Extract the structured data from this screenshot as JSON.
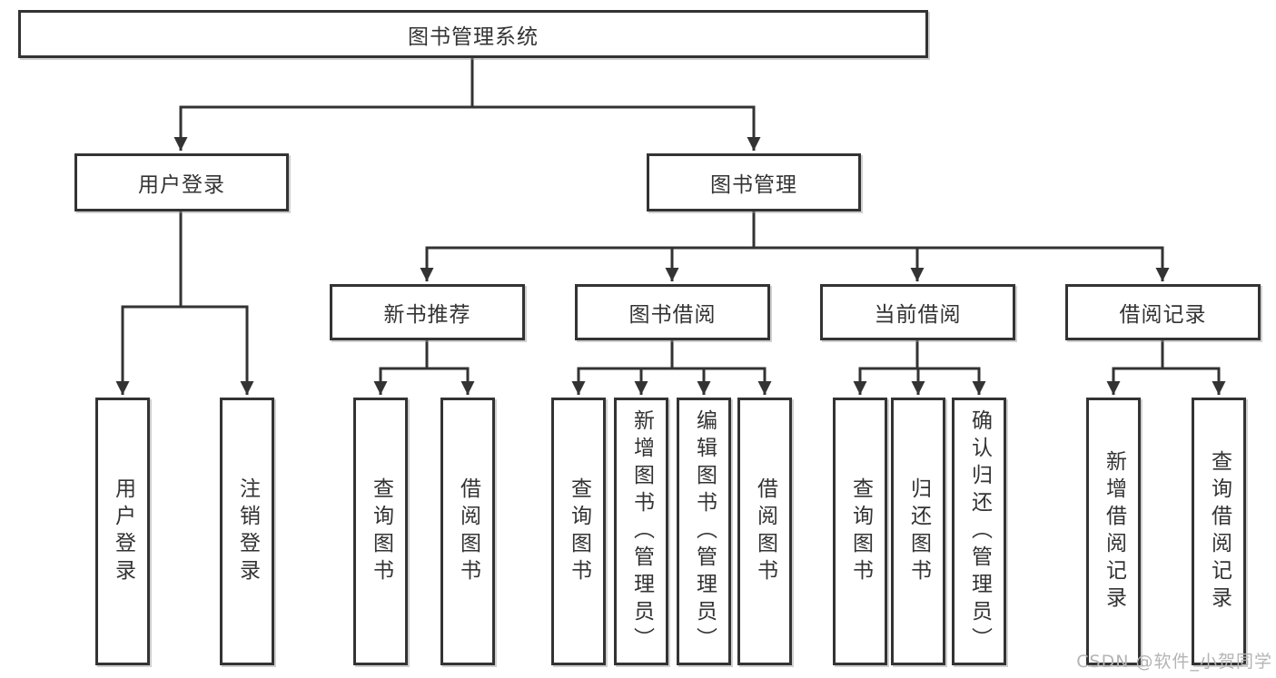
{
  "diagram_title": "图书管理系统",
  "tree": {
    "root": {
      "label": "图书管理系统"
    },
    "branches": [
      {
        "label": "用户登录",
        "leaves": [
          "用户登录",
          "注销登录"
        ]
      },
      {
        "label": "图书管理",
        "groups": [
          {
            "label": "新书推荐",
            "leaves": [
              "查询图书",
              "借阅图书"
            ]
          },
          {
            "label": "图书借阅",
            "leaves": [
              "查询图书",
              "新增图书（管理员）",
              "编辑图书（管理员）",
              "借阅图书"
            ]
          },
          {
            "label": "当前借阅",
            "leaves": [
              "查询图书",
              "归还图书",
              "确认归还（管理员）"
            ]
          },
          {
            "label": "借阅记录",
            "leaves": [
              "新增借阅记录",
              "查询借阅记录"
            ]
          }
        ]
      }
    ]
  },
  "watermark": "CSDN @软件_小贺同学",
  "colors": {
    "line": "#333333",
    "box_border": "#333333",
    "text": "#333333",
    "watermark": "#b4b4b4",
    "background": "#ffffff"
  }
}
